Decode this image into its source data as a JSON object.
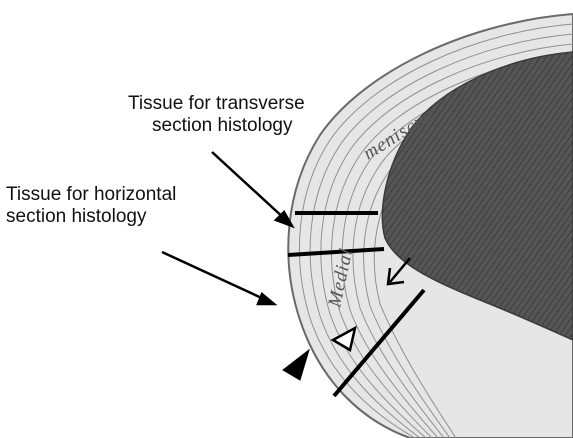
{
  "labels": {
    "transverse": {
      "line1": "Tissue for transverse",
      "line2": "section histology"
    },
    "horizontal": {
      "line1": "Tissue for horizontal",
      "line2": "section histology"
    }
  },
  "engraved_text": {
    "upper": "meniscus",
    "side": "Medial"
  },
  "colors": {
    "meniscus_fill": "#e8e8e8",
    "meniscus_lines": "#8a8a8a",
    "tibial_plateau": "#4a4a4a",
    "cut_lines": "#000000",
    "label_text": "#111111"
  }
}
